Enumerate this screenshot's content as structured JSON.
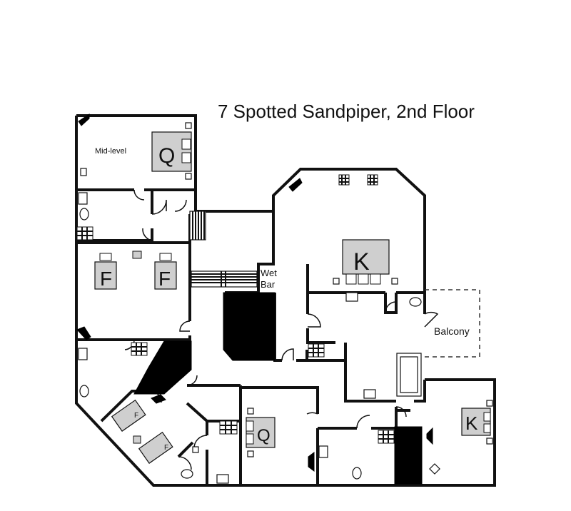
{
  "title": "7 Spotted Sandpiper, 2nd Floor",
  "labels": {
    "mid_level": "Mid-level",
    "wet": "Wet",
    "bar": "Bar",
    "balcony": "Balcony"
  },
  "beds": {
    "mid_level_queen": "Q",
    "full_left": "F",
    "full_right": "F",
    "master_king": "K",
    "bunk_upper": "F",
    "bunk_lower": "F",
    "center_queen": "Q",
    "right_king": "K"
  },
  "colors": {
    "wall": "#111111",
    "bed_fill": "#cfcfcf",
    "solid": "#000000",
    "background": "#ffffff"
  }
}
